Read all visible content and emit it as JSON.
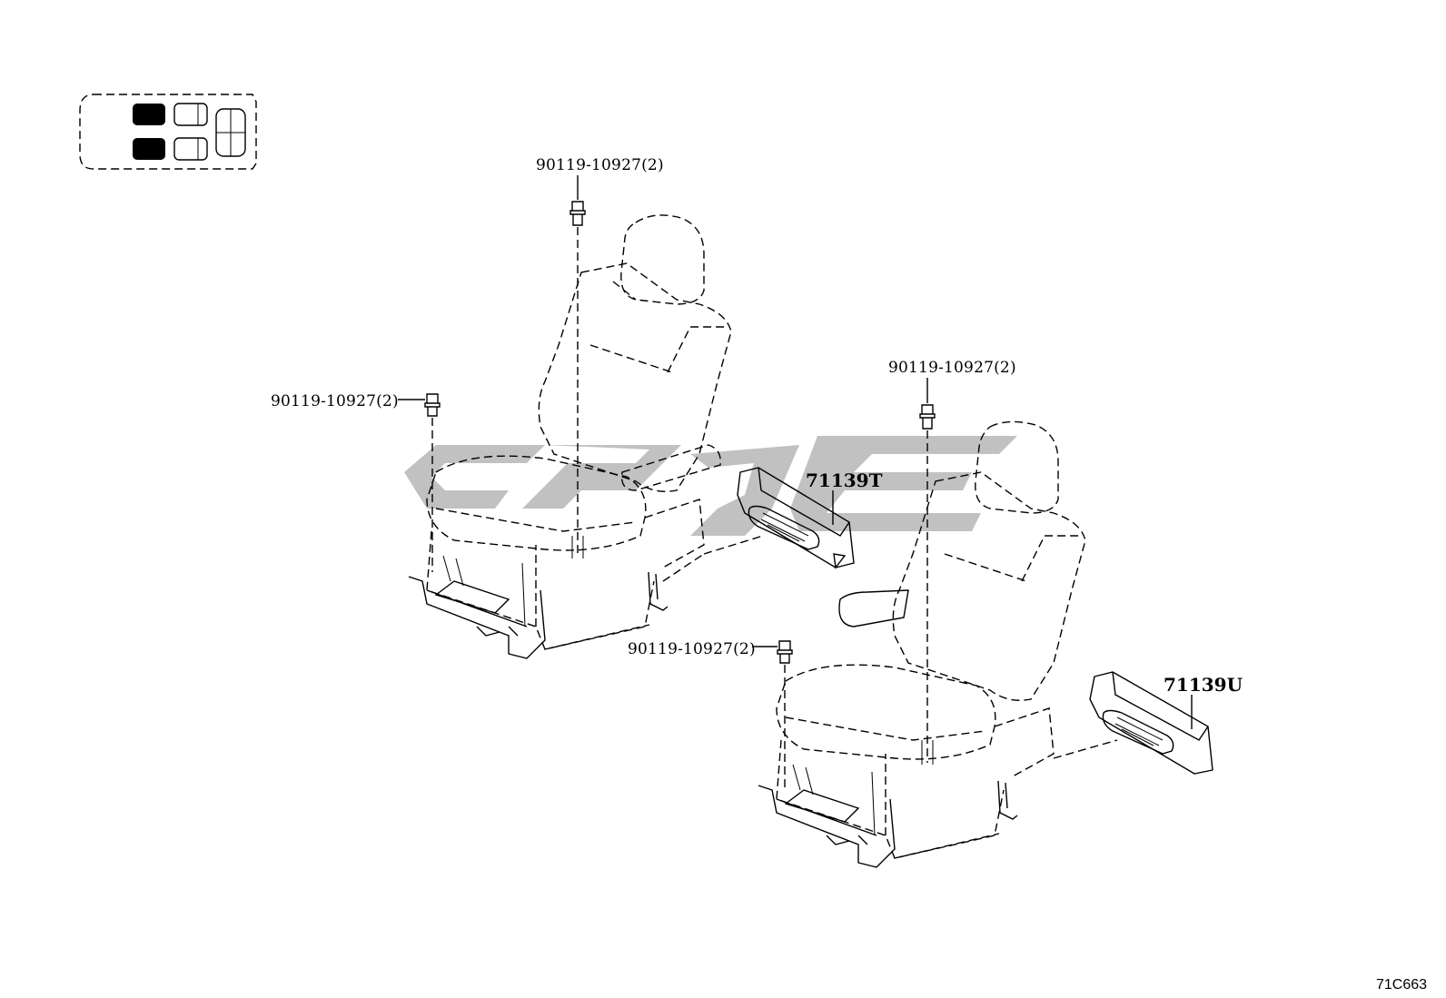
{
  "callouts": {
    "bolt_top_left_seat": "90119-10927(2)",
    "bolt_side_left_seat": "90119-10927(2)",
    "bolt_top_right_seat": "90119-10927(2)",
    "bolt_side_right_seat": "90119-10927(2)"
  },
  "parts": {
    "cover_left": "71139T",
    "cover_right": "71139U"
  },
  "figure_code": "71C663",
  "locator": {
    "highlighted_seats": [
      "front-left",
      "rear-left"
    ]
  },
  "colors": {
    "line": "#000000",
    "highlight": "#000000",
    "watermark": "#a9a9a9"
  }
}
